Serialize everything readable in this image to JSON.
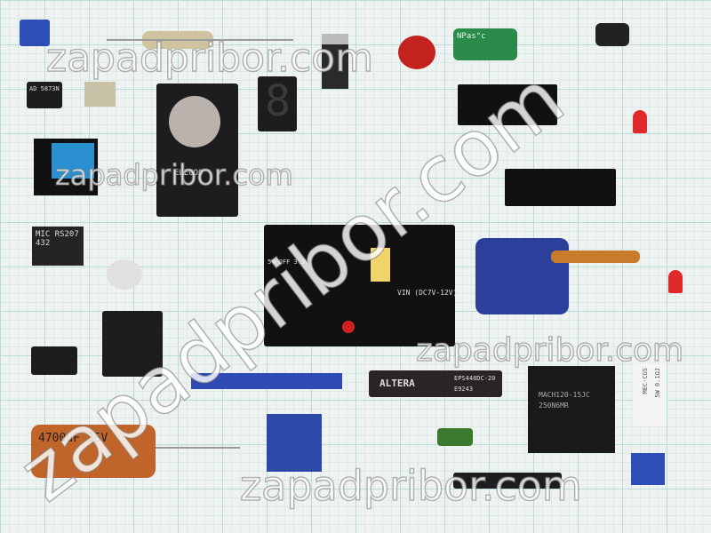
{
  "watermarks": {
    "top": "zapadpribor.com",
    "left": "zapadpribor.com",
    "diagonal": "zapadpribor.com",
    "middle_right": "zapadpribor.com",
    "bottom": "zapadpribor.com"
  },
  "markings": {
    "dip_chip": "AD 5873N",
    "bridge": "MIC RS207 432",
    "arduino_module": "ELEGOO",
    "power_module": "VIN (DC7V-12V)",
    "power_jumper": "5V OFF 3.3V",
    "green_cap": "NPas°c",
    "altera_logo": "ALTERA",
    "altera_part": "EPS448DC-20",
    "altera_code": "E9243",
    "mach_part": "MACH120-15JC",
    "mach_code": "250N6MR",
    "resistor": "5W 0.1ΩJ",
    "resistor_code": "MEC-CGS",
    "electrolytic": "4700uF 35V",
    "led_display": "8"
  },
  "colors": {
    "grid": "#b9dcd8",
    "background": "#eef3f2",
    "pcb_black": "#1d1d1f",
    "servo_blue": "#2c3f9a",
    "capacitor_orange": "#c0642a"
  }
}
